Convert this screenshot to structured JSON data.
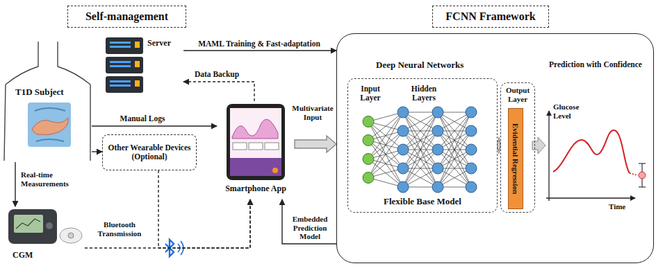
{
  "diagram": {
    "nodes": [
      {
        "text": [
          "Self-management"
        ]
      },
      {
        "text": [
          "FCNN Framework"
        ]
      },
      {
        "text": [
          "T1D Subject"
        ]
      },
      {
        "text": [
          "Server"
        ]
      },
      {
        "text": [
          "Other Wearable Devices (Optional)"
        ]
      },
      {
        "text": [
          "Smartphone App"
        ]
      },
      {
        "text": [
          "CGM"
        ]
      },
      {
        "text": [
          "Deep Neural Networks",
          "Prediction with Confidence"
        ]
      },
      {
        "text": [
          "Input Layer",
          "Hidden Layers",
          "Flexible Base Model"
        ],
        "in": 7
      },
      {
        "text": [
          "Output Layer"
        ],
        "in": 7
      },
      {
        "text": [
          "Evidential Regression"
        ],
        "in": 9
      }
    ],
    "edges": [
      {
        "from": 3,
        "to": 7,
        "label": "MAML Training & Fast-adaptation",
        "arrow": "to"
      },
      {
        "from": 5,
        "to": 3,
        "label": "Data Backup",
        "arrow": "to"
      },
      {
        "from": 2,
        "to": 5,
        "label": "Manual Logs",
        "arrow": "to"
      },
      {
        "from": 2,
        "to": 4,
        "arrow": "to"
      },
      {
        "from": 2,
        "to": 6,
        "label": "Real-time Measurements",
        "arrow": "to"
      },
      {
        "from": 6,
        "to": 5,
        "label": "Bluetooth Transmission",
        "arrow": "to"
      },
      {
        "from": 4,
        "to": 5,
        "arrow": "to"
      },
      {
        "from": 7,
        "to": 5,
        "label": "Embedded Prediction Model",
        "arrow": "to"
      },
      {
        "from": 5,
        "to": 7,
        "label": "Multivariate Input",
        "arrow": "to"
      },
      {
        "from": 8,
        "to": 9,
        "arrow": "to"
      }
    ],
    "labels": [
      "Glucose Level",
      "Time"
    ]
  }
}
